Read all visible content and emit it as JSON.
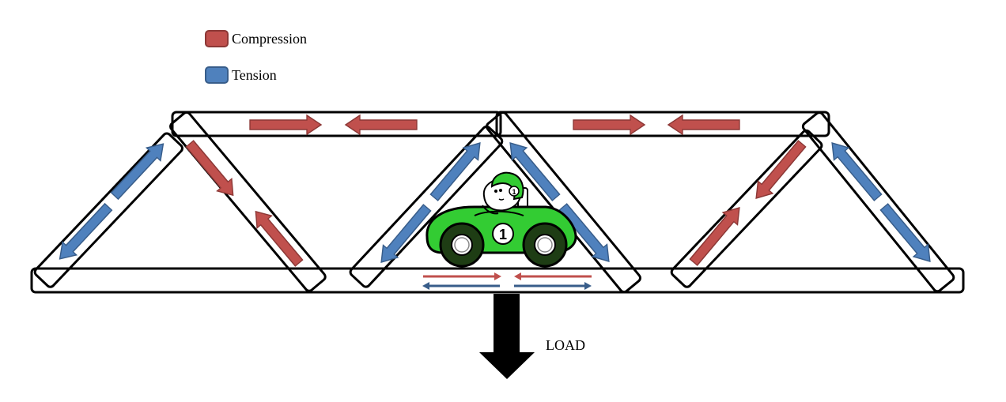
{
  "legend": {
    "compression": {
      "label": "Compression",
      "color": "#c0504d",
      "border": "#8c3836"
    },
    "tension": {
      "label": "Tension",
      "color": "#4f81bd",
      "border": "#385d8a"
    }
  },
  "load": {
    "label": "LOAD",
    "color": "#000000"
  },
  "car": {
    "number": "1",
    "body_color": "#33cc33",
    "icon": "race-car-icon"
  },
  "members": {
    "top_chord": 2,
    "bottom_chord": 1,
    "diagonals": 6
  },
  "forces": {
    "top_chord_left": "compression",
    "top_chord_right": "compression",
    "diagonals": [
      "tension",
      "compression",
      "tension",
      "tension",
      "compression",
      "tension"
    ],
    "bottom_chord_center": [
      "compression",
      "tension"
    ]
  }
}
